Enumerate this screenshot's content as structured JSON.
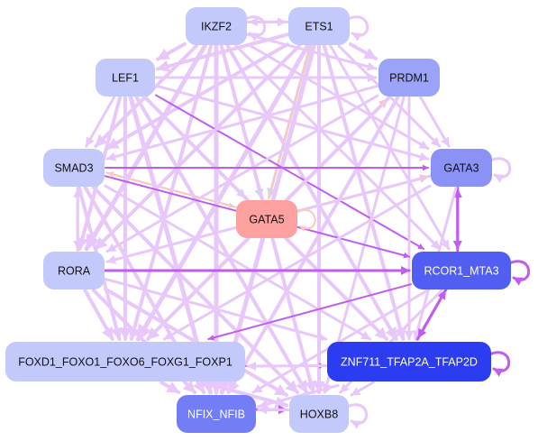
{
  "colors": {
    "background": "#ffffff",
    "edge_light_lavender": "#e8c8fa",
    "edge_purple": "#c05cf0",
    "edge_peach": "#fcc8b8",
    "edge_light_blue": "#c8d8ee"
  },
  "nodes": [
    {
      "id": "IKZF2",
      "label": "IKZF2",
      "fill": "#c3c9fb",
      "text_color": "#111111"
    },
    {
      "id": "ETS1",
      "label": "ETS1",
      "fill": "#c3c9fb",
      "text_color": "#111111"
    },
    {
      "id": "LEF1",
      "label": "LEF1",
      "fill": "#c3c9fb",
      "text_color": "#111111"
    },
    {
      "id": "PRDM1",
      "label": "PRDM1",
      "fill": "#9ba3f8",
      "text_color": "#111111"
    },
    {
      "id": "SMAD3",
      "label": "SMAD3",
      "fill": "#c3c9fb",
      "text_color": "#111111"
    },
    {
      "id": "GATA3",
      "label": "GATA3",
      "fill": "#8a93f5",
      "text_color": "#111111"
    },
    {
      "id": "GATA5",
      "label": "GATA5",
      "fill": "#fca0a0",
      "text_color": "#111111"
    },
    {
      "id": "RORA",
      "label": "RORA",
      "fill": "#c3c9fb",
      "text_color": "#111111"
    },
    {
      "id": "RCOR1_MTA3",
      "label": "RCOR1_MTA3",
      "fill": "#525ef2",
      "text_color": "#ffffff"
    },
    {
      "id": "FOXD1_FOXO1_FOXO6_FOXG1_FOXP1",
      "label": "FOXD1_FOXO1_FOXO6_FOXG1_FOXP1",
      "fill": "#c3c9fb",
      "text_color": "#111111"
    },
    {
      "id": "ZNF711_TFAP2A_TFAP2D",
      "label": "ZNF711_TFAP2A_TFAP2D",
      "fill": "#2c3cf0",
      "text_color": "#ffffff"
    },
    {
      "id": "NFIX_NFIB",
      "label": "NFIX_NFIB",
      "fill": "#737ef6",
      "text_color": "#ffffff"
    },
    {
      "id": "HOXB8",
      "label": "HOXB8",
      "fill": "#c3c9fb",
      "text_color": "#111111"
    }
  ],
  "edges": [
    {
      "from": "ETS1",
      "to": "GATA5",
      "color": "edge_light_blue",
      "weight": 3
    },
    {
      "from": "IKZF2",
      "to": "GATA5",
      "color": "edge_light_blue",
      "weight": 3
    },
    {
      "from": "LEF1",
      "to": "GATA5",
      "color": "edge_light_blue",
      "weight": 3
    },
    {
      "from": "SMAD3",
      "to": "GATA5",
      "color": "edge_light_blue",
      "weight": 2
    },
    {
      "from": "GATA5",
      "to": "PRDM1",
      "color": "edge_peach",
      "weight": 3
    },
    {
      "from": "GATA5",
      "to": "GATA3",
      "color": "edge_peach",
      "weight": 3
    },
    {
      "from": "GATA5",
      "to": "RORA",
      "color": "edge_peach",
      "weight": 2
    },
    {
      "from": "GATA5",
      "to": "FOXD1_FOXO1_FOXO6_FOXG1_FOXP1",
      "color": "edge_peach",
      "weight": 3
    },
    {
      "from": "GATA5",
      "to": "ZNF711_TFAP2A_TFAP2D",
      "color": "edge_peach",
      "weight": 3
    },
    {
      "from": "GATA5",
      "to": "HOXB8",
      "color": "edge_peach",
      "weight": 2
    },
    {
      "from": "GATA5",
      "to": "ETS1",
      "color": "edge_peach",
      "weight": 2
    },
    {
      "from": "GATA5",
      "to": "SMAD3",
      "color": "edge_peach",
      "weight": 2
    },
    {
      "from": "IKZF2",
      "to": "ETS1",
      "color": "edge_light_lavender",
      "weight": 3
    },
    {
      "from": "ETS1",
      "to": "IKZF2",
      "color": "edge_light_lavender",
      "weight": 3
    },
    {
      "from": "IKZF2",
      "to": "LEF1",
      "color": "edge_light_lavender",
      "weight": 4
    },
    {
      "from": "IKZF2",
      "to": "SMAD3",
      "color": "edge_light_lavender",
      "weight": 4
    },
    {
      "from": "IKZF2",
      "to": "RORA",
      "color": "edge_light_lavender",
      "weight": 5
    },
    {
      "from": "IKZF2",
      "to": "FOXD1_FOXO1_FOXO6_FOXG1_FOXP1",
      "color": "edge_light_lavender",
      "weight": 4
    },
    {
      "from": "IKZF2",
      "to": "NFIX_NFIB",
      "color": "edge_light_lavender",
      "weight": 5
    },
    {
      "from": "IKZF2",
      "to": "HOXB8",
      "color": "edge_light_lavender",
      "weight": 4
    },
    {
      "from": "IKZF2",
      "to": "ZNF711_TFAP2A_TFAP2D",
      "color": "edge_light_lavender",
      "weight": 4
    },
    {
      "from": "IKZF2",
      "to": "RCOR1_MTA3",
      "color": "edge_light_lavender",
      "weight": 3
    },
    {
      "from": "IKZF2",
      "to": "GATA3",
      "color": "edge_light_lavender",
      "weight": 3
    },
    {
      "from": "IKZF2",
      "to": "PRDM1",
      "color": "edge_light_lavender",
      "weight": 3
    },
    {
      "from": "ETS1",
      "to": "LEF1",
      "color": "edge_light_lavender",
      "weight": 4
    },
    {
      "from": "ETS1",
      "to": "PRDM1",
      "color": "edge_light_lavender",
      "weight": 4
    },
    {
      "from": "ETS1",
      "to": "GATA3",
      "color": "edge_light_lavender",
      "weight": 3
    },
    {
      "from": "ETS1",
      "to": "SMAD3",
      "color": "edge_light_lavender",
      "weight": 4
    },
    {
      "from": "ETS1",
      "to": "RORA",
      "color": "edge_light_lavender",
      "weight": 4
    },
    {
      "from": "ETS1",
      "to": "FOXD1_FOXO1_FOXO6_FOXG1_FOXP1",
      "color": "edge_light_lavender",
      "weight": 5
    },
    {
      "from": "ETS1",
      "to": "NFIX_NFIB",
      "color": "edge_light_lavender",
      "weight": 5
    },
    {
      "from": "ETS1",
      "to": "HOXB8",
      "color": "edge_light_lavender",
      "weight": 4
    },
    {
      "from": "ETS1",
      "to": "ZNF711_TFAP2A_TFAP2D",
      "color": "edge_light_lavender",
      "weight": 4
    },
    {
      "from": "ETS1",
      "to": "RCOR1_MTA3",
      "color": "edge_light_lavender",
      "weight": 3
    },
    {
      "from": "LEF1",
      "to": "PRDM1",
      "color": "edge_light_lavender",
      "weight": 3
    },
    {
      "from": "LEF1",
      "to": "GATA3",
      "color": "edge_light_lavender",
      "weight": 3
    },
    {
      "from": "LEF1",
      "to": "SMAD3",
      "color": "edge_light_lavender",
      "weight": 3
    },
    {
      "from": "LEF1",
      "to": "RORA",
      "color": "edge_light_lavender",
      "weight": 4
    },
    {
      "from": "LEF1",
      "to": "FOXD1_FOXO1_FOXO6_FOXG1_FOXP1",
      "color": "edge_light_lavender",
      "weight": 4
    },
    {
      "from": "LEF1",
      "to": "NFIX_NFIB",
      "color": "edge_light_lavender",
      "weight": 5
    },
    {
      "from": "LEF1",
      "to": "HOXB8",
      "color": "edge_light_lavender",
      "weight": 4
    },
    {
      "from": "LEF1",
      "to": "ZNF711_TFAP2A_TFAP2D",
      "color": "edge_light_lavender",
      "weight": 4
    },
    {
      "from": "LEF1",
      "to": "RCOR1_MTA3",
      "color": "edge_purple",
      "weight": 2
    },
    {
      "from": "PRDM1",
      "to": "SMAD3",
      "color": "edge_light_lavender",
      "weight": 3
    },
    {
      "from": "PRDM1",
      "to": "RORA",
      "color": "edge_light_lavender",
      "weight": 3
    },
    {
      "from": "PRDM1",
      "to": "FOXD1_FOXO1_FOXO6_FOXG1_FOXP1",
      "color": "edge_light_lavender",
      "weight": 4
    },
    {
      "from": "PRDM1",
      "to": "NFIX_NFIB",
      "color": "edge_light_lavender",
      "weight": 4
    },
    {
      "from": "PRDM1",
      "to": "HOXB8",
      "color": "edge_light_lavender",
      "weight": 3
    },
    {
      "from": "PRDM1",
      "to": "ZNF711_TFAP2A_TFAP2D",
      "color": "edge_light_lavender",
      "weight": 3
    },
    {
      "from": "PRDM1",
      "to": "GATA3",
      "color": "edge_light_lavender",
      "weight": 3
    },
    {
      "from": "SMAD3",
      "to": "RORA",
      "color": "edge_light_lavender",
      "weight": 3
    },
    {
      "from": "RORA",
      "to": "SMAD3",
      "color": "edge_light_lavender",
      "weight": 3
    },
    {
      "from": "SMAD3",
      "to": "FOXD1_FOXO1_FOXO6_FOXG1_FOXP1",
      "color": "edge_light_lavender",
      "weight": 4
    },
    {
      "from": "SMAD3",
      "to": "NFIX_NFIB",
      "color": "edge_light_lavender",
      "weight": 4
    },
    {
      "from": "SMAD3",
      "to": "HOXB8",
      "color": "edge_light_lavender",
      "weight": 4
    },
    {
      "from": "SMAD3",
      "to": "ZNF711_TFAP2A_TFAP2D",
      "color": "edge_light_lavender",
      "weight": 3
    },
    {
      "from": "SMAD3",
      "to": "RCOR1_MTA3",
      "color": "edge_purple",
      "weight": 2
    },
    {
      "from": "SMAD3",
      "to": "GATA3",
      "color": "edge_purple",
      "weight": 2
    },
    {
      "from": "GATA3",
      "to": "RCOR1_MTA3",
      "color": "edge_purple",
      "weight": 3
    },
    {
      "from": "RCOR1_MTA3",
      "to": "GATA3",
      "color": "edge_purple",
      "weight": 3
    },
    {
      "from": "GATA3",
      "to": "ZNF711_TFAP2A_TFAP2D",
      "color": "edge_light_lavender",
      "weight": 3
    },
    {
      "from": "GATA3",
      "to": "FOXD1_FOXO1_FOXO6_FOXG1_FOXP1",
      "color": "edge_light_lavender",
      "weight": 3
    },
    {
      "from": "GATA3",
      "to": "RORA",
      "color": "edge_light_lavender",
      "weight": 3
    },
    {
      "from": "RORA",
      "to": "RCOR1_MTA3",
      "color": "edge_purple",
      "weight": 3
    },
    {
      "from": "RORA",
      "to": "FOXD1_FOXO1_FOXO6_FOXG1_FOXP1",
      "color": "edge_light_lavender",
      "weight": 4
    },
    {
      "from": "RORA",
      "to": "NFIX_NFIB",
      "color": "edge_light_lavender",
      "weight": 4
    },
    {
      "from": "RORA",
      "to": "HOXB8",
      "color": "edge_light_lavender",
      "weight": 4
    },
    {
      "from": "RORA",
      "to": "ZNF711_TFAP2A_TFAP2D",
      "color": "edge_light_lavender",
      "weight": 3
    },
    {
      "from": "RCOR1_MTA3",
      "to": "FOXD1_FOXO1_FOXO6_FOXG1_FOXP1",
      "color": "edge_purple",
      "weight": 2
    },
    {
      "from": "RCOR1_MTA3",
      "to": "ZNF711_TFAP2A_TFAP2D",
      "color": "edge_purple",
      "weight": 3
    },
    {
      "from": "ZNF711_TFAP2A_TFAP2D",
      "to": "RCOR1_MTA3",
      "color": "edge_purple",
      "weight": 3
    },
    {
      "from": "RCOR1_MTA3",
      "to": "NFIX_NFIB",
      "color": "edge_light_lavender",
      "weight": 3
    },
    {
      "from": "RCOR1_MTA3",
      "to": "HOXB8",
      "color": "edge_light_lavender",
      "weight": 3
    },
    {
      "from": "FOXD1_FOXO1_FOXO6_FOXG1_FOXP1",
      "to": "ZNF711_TFAP2A_TFAP2D",
      "color": "edge_purple",
      "weight": 2
    },
    {
      "from": "ZNF711_TFAP2A_TFAP2D",
      "to": "FOXD1_FOXO1_FOXO6_FOXG1_FOXP1",
      "color": "edge_light_lavender",
      "weight": 3
    },
    {
      "from": "FOXD1_FOXO1_FOXO6_FOXG1_FOXP1",
      "to": "NFIX_NFIB",
      "color": "edge_light_lavender",
      "weight": 4
    },
    {
      "from": "FOXD1_FOXO1_FOXO6_FOXG1_FOXP1",
      "to": "HOXB8",
      "color": "edge_light_lavender",
      "weight": 4
    },
    {
      "from": "NFIX_NFIB",
      "to": "HOXB8",
      "color": "edge_purple",
      "weight": 3
    },
    {
      "from": "HOXB8",
      "to": "NFIX_NFIB",
      "color": "edge_light_lavender",
      "weight": 3
    },
    {
      "from": "ZNF711_TFAP2A_TFAP2D",
      "to": "HOXB8",
      "color": "edge_light_lavender",
      "weight": 3
    },
    {
      "from": "ZNF711_TFAP2A_TFAP2D",
      "to": "NFIX_NFIB",
      "color": "edge_light_lavender",
      "weight": 3
    },
    {
      "from": "NFIX_NFIB",
      "to": "ZNF711_TFAP2A_TFAP2D",
      "color": "edge_light_lavender",
      "weight": 3
    }
  ],
  "self_loops": [
    {
      "node": "IKZF2",
      "color": "edge_light_lavender",
      "weight": 3
    },
    {
      "node": "ETS1",
      "color": "edge_light_lavender",
      "weight": 3
    },
    {
      "node": "GATA3",
      "color": "edge_light_lavender",
      "weight": 3
    },
    {
      "node": "GATA5",
      "color": "edge_peach",
      "weight": 2
    },
    {
      "node": "RCOR1_MTA3",
      "color": "edge_purple",
      "weight": 3
    },
    {
      "node": "ZNF711_TFAP2A_TFAP2D",
      "color": "edge_purple",
      "weight": 3
    },
    {
      "node": "HOXB8",
      "color": "edge_light_lavender",
      "weight": 3
    }
  ]
}
